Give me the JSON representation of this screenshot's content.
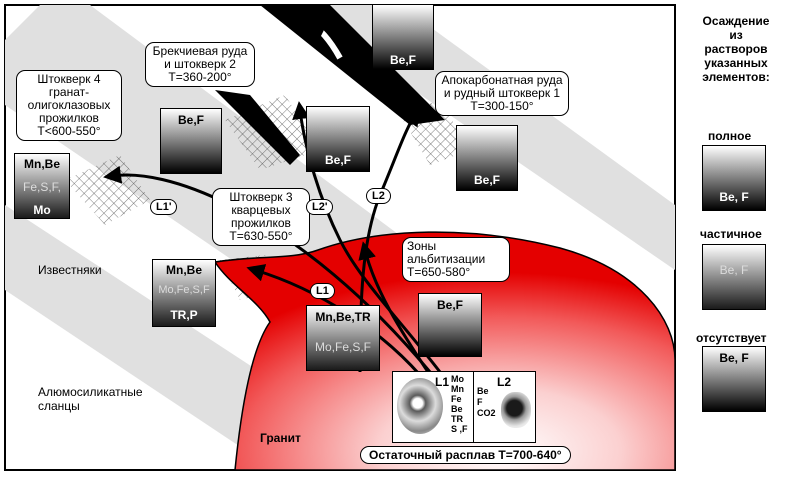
{
  "title_legend": {
    "heading_lines": [
      "Осаждение",
      "из",
      "растворов",
      "указанных",
      "элементов:"
    ],
    "full": {
      "label": "полное",
      "text": "Be, F"
    },
    "partial": {
      "label": "частичное",
      "text": "Be, F"
    },
    "absent": {
      "label": "отсутствует",
      "text": "Be, F"
    }
  },
  "rocks": {
    "limestone": "Известняки",
    "schists_line1": "Алюмосиликатные",
    "schists_line2": "сланцы",
    "granite": "Гранит",
    "residual_melt": "Остаточный расплав T=700-640°"
  },
  "stockwork4": {
    "lines": [
      "Штокверк 4",
      "гранат-",
      "олигоклазовых",
      "прожилков",
      "T<600-550°"
    ],
    "sq_top": "Mn,Be",
    "sq_mid": "Fe,S,F,",
    "sq_bot": "Mo"
  },
  "breccia": {
    "lines": [
      "Брекчиевая руда",
      "и штокверк 2",
      "T=360-200°"
    ],
    "sq": "Be,F",
    "sq2": "Be,F"
  },
  "apocarbonate": {
    "lines": [
      "Апокарбонатная руда",
      "и рудный штокверк 1",
      "T=300-150°"
    ],
    "sq_top": "Be,F",
    "sq_bot": "Be,F"
  },
  "stockwork3": {
    "lines": [
      "Штокверк 3",
      "кварцевых",
      "прожилков",
      "T=630-550°"
    ],
    "sq_top": "Mn,Be",
    "sq_mid": "Mo,Fe,S,F",
    "sq_bot": "TR,P"
  },
  "albitization": {
    "lines": [
      "Зоны",
      "альбитизации",
      "T=650-580°"
    ],
    "sq": "Be,F"
  },
  "central_sq": {
    "top": "Mn,Be,TR",
    "mid": "Mo,Fe,S,F"
  },
  "paths": {
    "L1p": "L1'",
    "L2p": "L2'",
    "L2": "L2",
    "L1": "L1"
  },
  "inclusions": {
    "L1": "L1",
    "L1_elements": [
      "Mo",
      "Mn",
      "Fe",
      "Be",
      "TR",
      "S ,F"
    ],
    "L2": "L2",
    "L2_elements": [
      "Be",
      "F",
      "CO2"
    ]
  },
  "colors": {
    "granite_core": "#ffffff",
    "granite_mid": "#f7b0b0",
    "granite_edge": "#ee0000",
    "band": "#e0e0e0",
    "ore": "#000000"
  }
}
